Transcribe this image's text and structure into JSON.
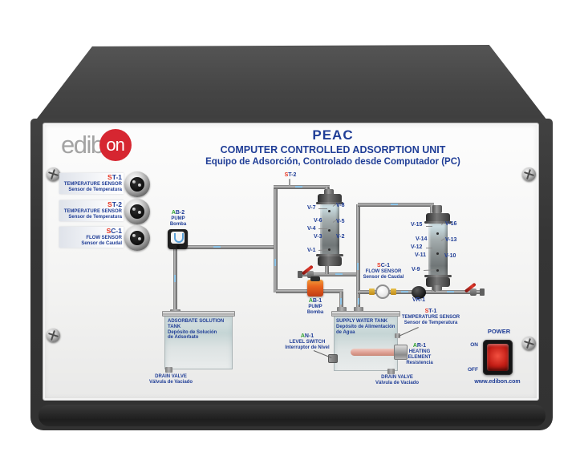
{
  "unit": {
    "brand_prefix": "edib",
    "brand_suffix": "on",
    "website": "www.edibon.com"
  },
  "header": {
    "model": "PEAC",
    "title_en": "COMPUTER CONTROLLED ADSORPTION UNIT",
    "title_es": "Equipo de Adsorción, Controlado desde Computador (PC)"
  },
  "sensors_panel": [
    {
      "code_accent": "S",
      "code_rest": "T-1",
      "name_en": "TEMPERATURE SENSOR",
      "name_es": "Sensor de Temperatura"
    },
    {
      "code_accent": "S",
      "code_rest": "T-2",
      "name_en": "TEMPERATURE SENSOR",
      "name_es": "Sensor de Temperatura"
    },
    {
      "code_accent": "S",
      "code_rest": "C-1",
      "name_en": "FLOW SENSOR",
      "name_es": "Sensor de Caudal"
    }
  ],
  "diagram": {
    "st2": {
      "accent": "S",
      "rest": "T-2"
    },
    "ab2": {
      "accent": "A",
      "rest": "B-2",
      "en": "PUMP",
      "es": "Bomba"
    },
    "ab1": {
      "accent": "A",
      "rest": "B-1",
      "en": "PUMP",
      "es": "Bomba"
    },
    "sc1": {
      "accent": "S",
      "rest": "C-1",
      "en": "FLOW SENSOR",
      "es": "Sensor de Caudal"
    },
    "st1": {
      "accent": "S",
      "rest": "T-1",
      "en": "TEMPERATURE SENSOR",
      "es": "Sensor de Temperatura"
    },
    "an1": {
      "accent": "A",
      "rest": "N-1",
      "en": "LEVEL SWITCH",
      "es": "Interruptor de Nivel"
    },
    "ar1": {
      "accent": "A",
      "rest": "R-1",
      "en1": "HEATING",
      "en2": "ELEMENT",
      "es": "Resistencia"
    },
    "vr1": "VR-1",
    "col1": {
      "left": [
        "V-7",
        "V-6",
        "V-4",
        "V-3",
        "V-1"
      ],
      "right": [
        "V-8",
        "V-5",
        "V-2"
      ]
    },
    "col2": {
      "left": [
        "V-15",
        "V-14",
        "V-12",
        "V-11",
        "V-9"
      ],
      "right": [
        "V-16",
        "V-13",
        "V-10"
      ]
    },
    "tank1": {
      "l1": "ADSORBATE SOLUTION",
      "l2": "TANK",
      "l3": "Depósito de Solución",
      "l4": "de Adsorbato"
    },
    "tank2": {
      "l1": "SUPPLY WATER TANK",
      "l2": "Depósito de Alimentación",
      "l3": "de Agua"
    },
    "drain": {
      "en": "DRAIN VALVE",
      "es": "Válvula de Vaciado"
    }
  },
  "power": {
    "label": "POWER",
    "on": "ON",
    "off": "OFF"
  },
  "colors": {
    "label_blue": "#1f3d96",
    "accent_red": "#e8321e",
    "accent_green": "#2fa12e",
    "logo_red": "#d62631",
    "switch_red": "#c41e16",
    "cabinet_dark": "#3a3a3a"
  }
}
